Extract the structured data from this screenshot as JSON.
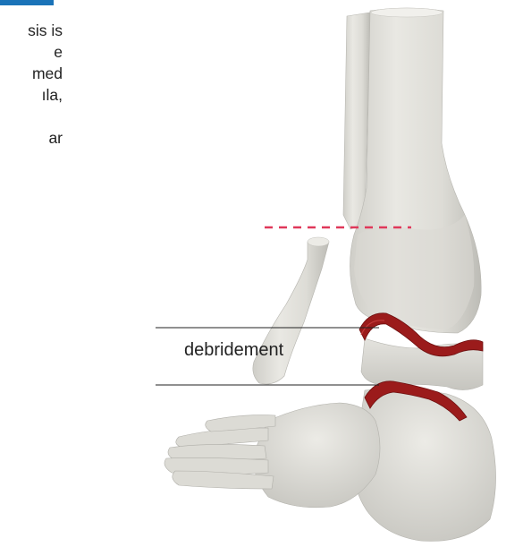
{
  "text_fragments": [
    "sis is",
    "e",
    "med",
    "ıla,",
    "",
    "ar"
  ],
  "labels": {
    "debridement": "debridement"
  },
  "colors": {
    "heading_accent": "#1a73b8",
    "bone": "#e6e5e0",
    "bone_shadow": "#c9c8c2",
    "cartilage": "#9b1b1b",
    "resection_line": "#e0385a",
    "leader_line": "#222222",
    "text": "#222222"
  },
  "figure": {
    "subject": "ankle-arthrodesis-illustration",
    "parts": [
      "tibia",
      "fibula",
      "talus",
      "calcaneus",
      "foot-bones",
      "cartilage-tibiotalar",
      "cartilage-subtalar",
      "resection-line"
    ]
  }
}
